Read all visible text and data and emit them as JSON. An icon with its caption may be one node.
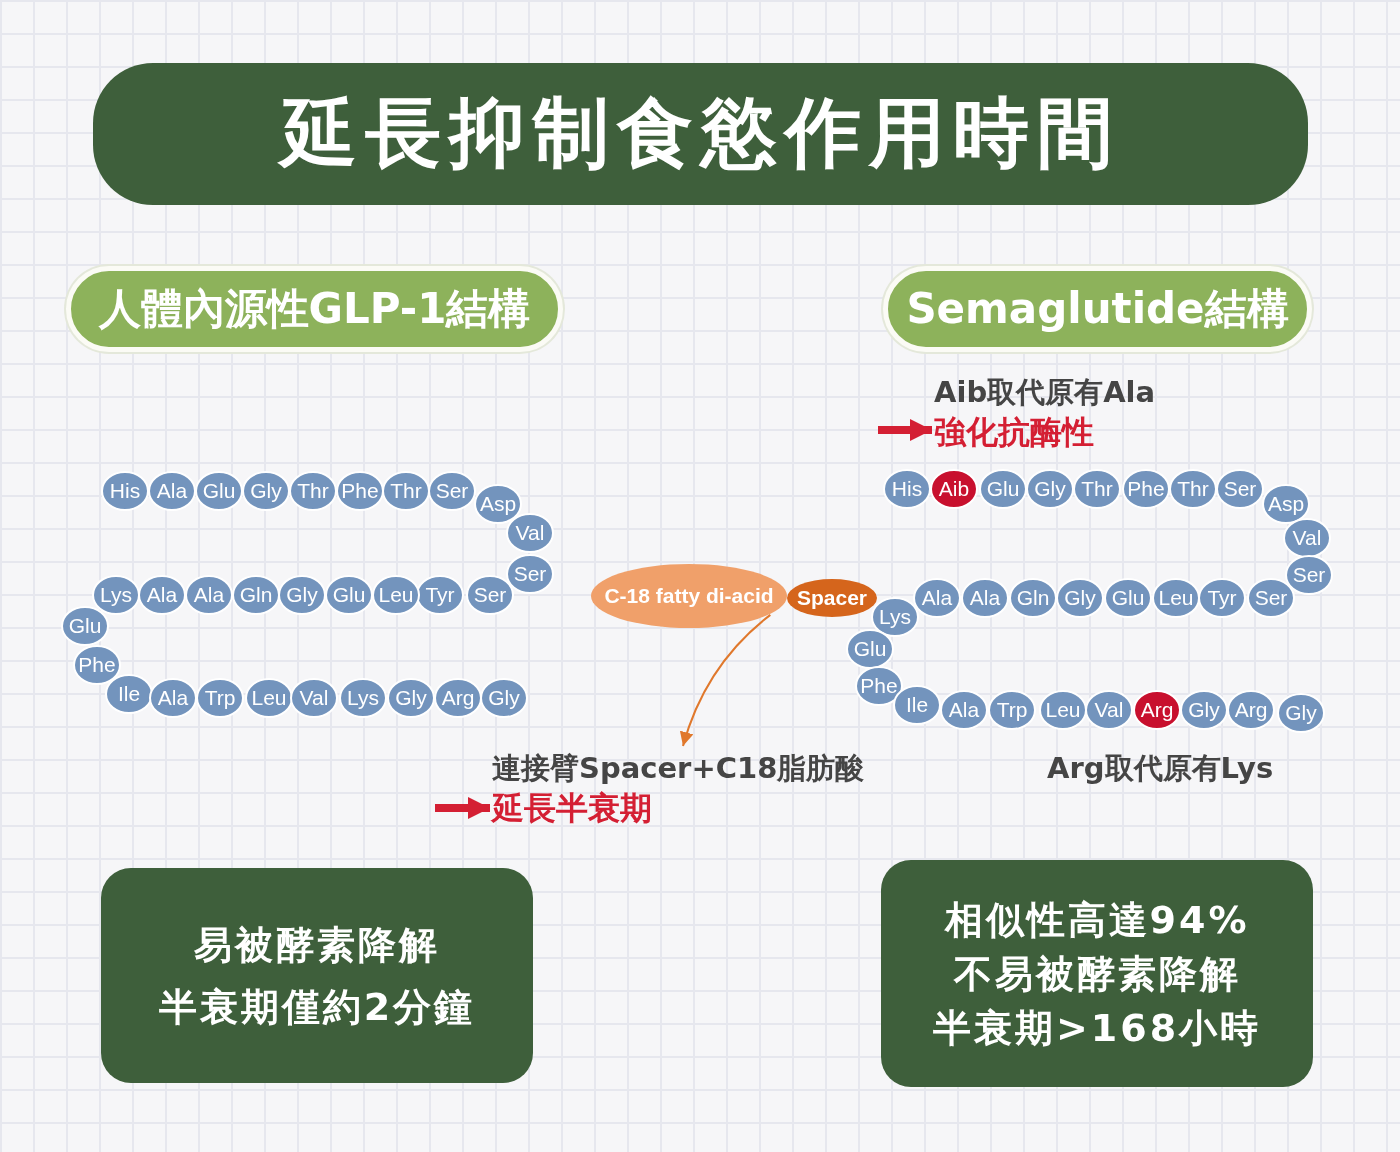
{
  "diagram": {
    "title": "延長抑制食慾作用時間",
    "nodes": [
      {
        "text": [
          "人體內源性GLP-1結構"
        ]
      },
      {
        "text": [
          "Semaglutide結構"
        ]
      },
      {
        "text": [
          "His"
        ]
      },
      {
        "text": [
          "Ala"
        ]
      },
      {
        "text": [
          "Glu"
        ]
      },
      {
        "text": [
          "Gly"
        ]
      },
      {
        "text": [
          "Thr"
        ]
      },
      {
        "text": [
          "Phe"
        ]
      },
      {
        "text": [
          "Thr"
        ]
      },
      {
        "text": [
          "Ser"
        ]
      },
      {
        "text": [
          "Asp"
        ]
      },
      {
        "text": [
          "Val"
        ]
      },
      {
        "text": [
          "Ser"
        ]
      },
      {
        "text": [
          "Ser"
        ]
      },
      {
        "text": [
          "Tyr"
        ]
      },
      {
        "text": [
          "Leu"
        ]
      },
      {
        "text": [
          "Glu"
        ]
      },
      {
        "text": [
          "Gly"
        ]
      },
      {
        "text": [
          "Gln"
        ]
      },
      {
        "text": [
          "Ala"
        ]
      },
      {
        "text": [
          "Ala"
        ]
      },
      {
        "text": [
          "Lys"
        ]
      },
      {
        "text": [
          "Glu"
        ]
      },
      {
        "text": [
          "Phe"
        ]
      },
      {
        "text": [
          "Ile"
        ]
      },
      {
        "text": [
          "Ala"
        ]
      },
      {
        "text": [
          "Trp"
        ]
      },
      {
        "text": [
          "Leu"
        ]
      },
      {
        "text": [
          "Val"
        ]
      },
      {
        "text": [
          "Lys"
        ]
      },
      {
        "text": [
          "Gly"
        ]
      },
      {
        "text": [
          "Arg"
        ]
      },
      {
        "text": [
          "Gly"
        ]
      },
      {
        "text": [
          "His"
        ]
      },
      {
        "text": [
          "Aib"
        ]
      },
      {
        "text": [
          "Glu"
        ]
      },
      {
        "text": [
          "Gly"
        ]
      },
      {
        "text": [
          "Thr"
        ]
      },
      {
        "text": [
          "Phe"
        ]
      },
      {
        "text": [
          "Thr"
        ]
      },
      {
        "text": [
          "Ser"
        ]
      },
      {
        "text": [
          "Asp"
        ]
      },
      {
        "text": [
          "Val"
        ]
      },
      {
        "text": [
          "Ser"
        ]
      },
      {
        "text": [
          "Ser"
        ]
      },
      {
        "text": [
          "Tyr"
        ]
      },
      {
        "text": [
          "Leu"
        ]
      },
      {
        "text": [
          "Glu"
        ]
      },
      {
        "text": [
          "Gly"
        ]
      },
      {
        "text": [
          "Gln"
        ]
      },
      {
        "text": [
          "Ala"
        ]
      },
      {
        "text": [
          "Ala"
        ]
      },
      {
        "text": [
          "Lys"
        ]
      },
      {
        "text": [
          "Glu"
        ]
      },
      {
        "text": [
          "Phe"
        ]
      },
      {
        "text": [
          "Ile"
        ]
      },
      {
        "text": [
          "Ala"
        ]
      },
      {
        "text": [
          "Trp"
        ]
      },
      {
        "text": [
          "Leu"
        ]
      },
      {
        "text": [
          "Val"
        ]
      },
      {
        "text": [
          "Arg"
        ]
      },
      {
        "text": [
          "Gly"
        ]
      },
      {
        "text": [
          "Arg"
        ]
      },
      {
        "text": [
          "Gly"
        ]
      },
      {
        "text": [
          "C-18 fatty di-acid"
        ]
      },
      {
        "text": [
          "Spacer"
        ]
      },
      {
        "text": [
          "Aib取代原有Ala",
          "強化抗酶性"
        ]
      },
      {
        "text": [
          "連接臂Spacer+C18脂肪酸",
          "延長半衰期"
        ]
      },
      {
        "text": [
          "易被酵素降解",
          "半衰期僅約2分鐘"
        ]
      },
      {
        "text": [
          "相似性高達94%",
          "不易被酵素降解",
          "半衰期>168小時"
        ]
      }
    ],
    "edges": [
      {
        "from": null,
        "to": 66,
        "arrow": "to",
        "color": "#d41f33"
      },
      {
        "from": 64,
        "to": 67,
        "arrow": "to",
        "color": "#e0782c"
      },
      {
        "from": null,
        "to": 67,
        "arrow": "to",
        "color": "#d41f33"
      }
    ],
    "labels": [
      "Arg取代原有Lys"
    ]
  }
}
